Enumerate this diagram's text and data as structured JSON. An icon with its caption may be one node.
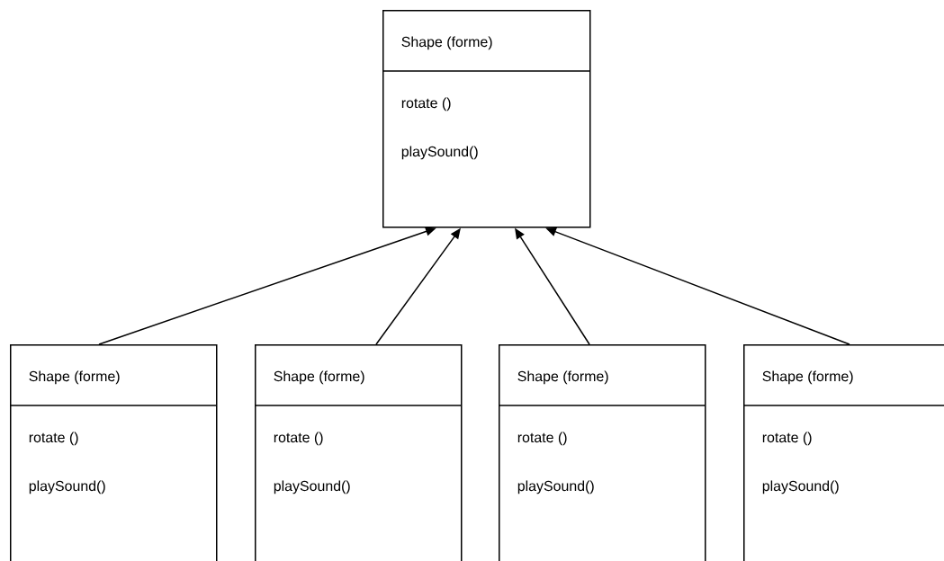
{
  "diagram": {
    "nodes": [
      {
        "text": [
          "Shape (forme)",
          "rotate ()",
          "playSound()"
        ]
      },
      {
        "text": [
          "Shape (forme)",
          "rotate ()",
          "playSound()"
        ]
      },
      {
        "text": [
          "Shape (forme)",
          "rotate ()",
          "playSound()"
        ]
      },
      {
        "text": [
          "Shape (forme)",
          "rotate ()",
          "playSound()"
        ]
      },
      {
        "text": [
          "Shape (forme)",
          "rotate ()",
          "playSound()"
        ]
      }
    ],
    "edges": [
      {
        "from": 1,
        "to": 0,
        "arrow": "to"
      },
      {
        "from": 2,
        "to": 0,
        "arrow": "to"
      },
      {
        "from": 3,
        "to": 0,
        "arrow": "to"
      },
      {
        "from": 4,
        "to": 0,
        "arrow": "to"
      }
    ]
  }
}
